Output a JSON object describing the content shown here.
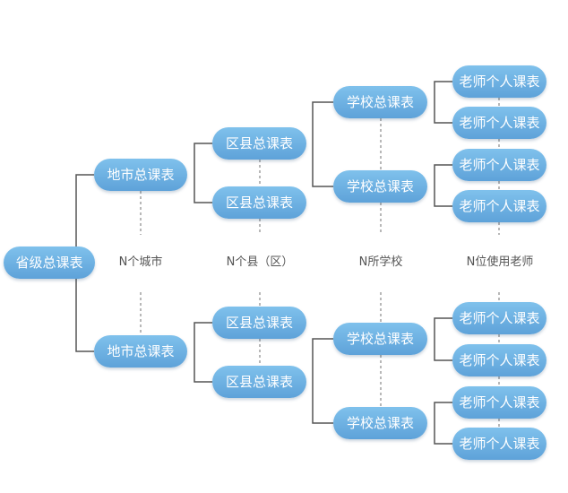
{
  "root": {
    "label": "省级总课表"
  },
  "level_labels": [
    "N个城市",
    "N个县（区）",
    "N所学校",
    "N位使用老师"
  ],
  "cities": [
    {
      "label": "地市总课表",
      "districts": [
        {
          "label": "区县总课表"
        },
        {
          "label": "区县总课表"
        }
      ],
      "schools": [
        {
          "label": "学校总课表",
          "teachers": [
            {
              "label": "老师个人课表"
            },
            {
              "label": "老师个人课表"
            }
          ]
        },
        {
          "label": "学校总课表",
          "teachers": [
            {
              "label": "老师个人课表"
            },
            {
              "label": "老师个人课表"
            }
          ]
        }
      ]
    },
    {
      "label": "地市总课表",
      "districts": [
        {
          "label": "区县总课表"
        },
        {
          "label": "区县总课表"
        }
      ],
      "schools": [
        {
          "label": "学校总课表",
          "teachers": [
            {
              "label": "老师个人课表"
            },
            {
              "label": "老师个人课表"
            }
          ]
        },
        {
          "label": "学校总课表",
          "teachers": [
            {
              "label": "老师个人课表"
            },
            {
              "label": "老师个人课表"
            }
          ]
        }
      ]
    }
  ],
  "colors": {
    "node_top": "#7fc1ec",
    "node_bottom": "#5ea2d9",
    "line": "#555555",
    "dashed": "#888888"
  }
}
